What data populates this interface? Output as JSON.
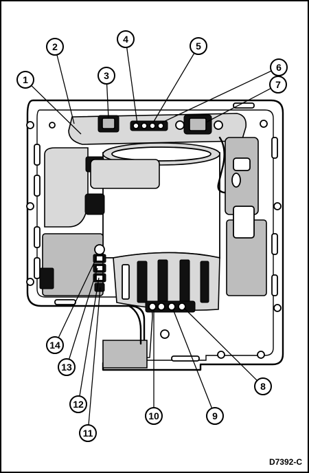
{
  "figure_code": "D7392-C",
  "callouts": [
    {
      "label": "1"
    },
    {
      "label": "2"
    },
    {
      "label": "3"
    },
    {
      "label": "4"
    },
    {
      "label": "5"
    },
    {
      "label": "6"
    },
    {
      "label": "7"
    },
    {
      "label": "8"
    },
    {
      "label": "9"
    },
    {
      "label": "10"
    },
    {
      "label": "11"
    },
    {
      "label": "12"
    },
    {
      "label": "13"
    },
    {
      "label": "14"
    }
  ]
}
